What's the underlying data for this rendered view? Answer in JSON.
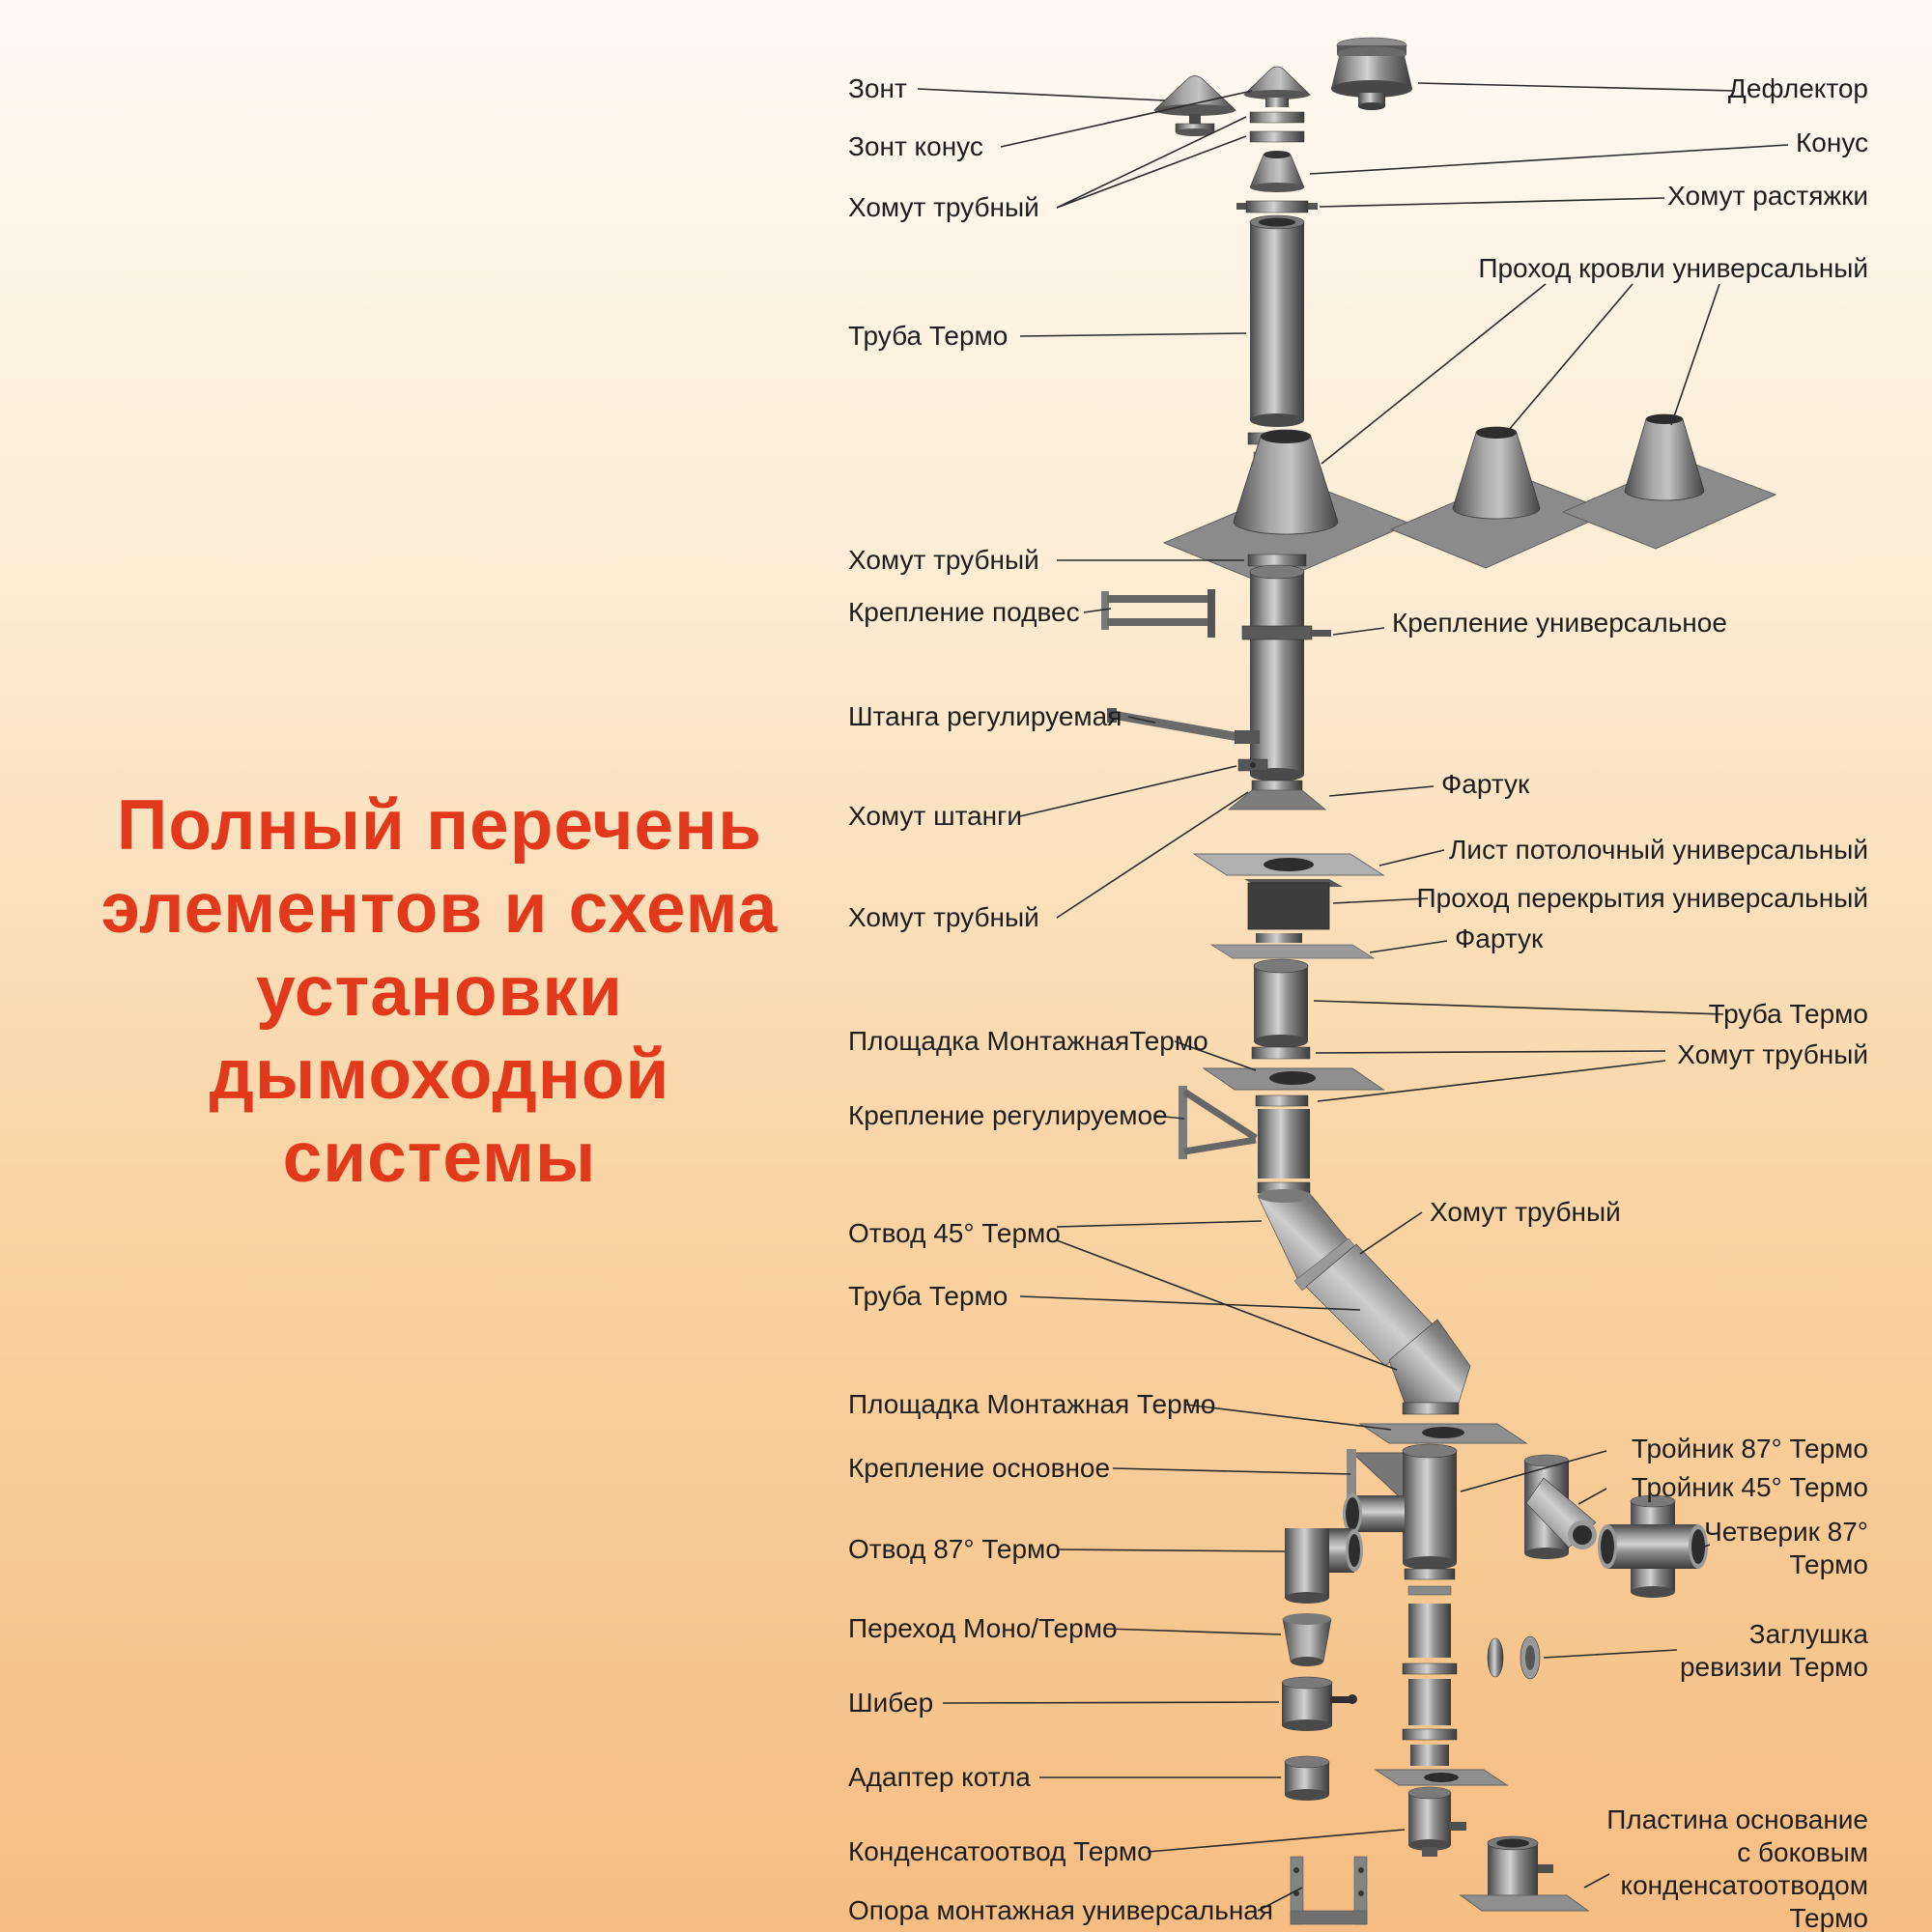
{
  "title": {
    "text": "Полный перечень\nэлементов и схема\nустановки\nдымоходной\nсистемы"
  },
  "labels_left": [
    "Зонт",
    "Зонт конус",
    "Хомут трубный",
    "Труба Термо",
    "Хомут трубный",
    "Крепление подвес",
    "Штанга регулируемая",
    "Хомут штанги",
    "Хомут трубный",
    "Площадка МонтажнаяТермо",
    "Крепление регулируемое",
    "Отвод 45° Термо",
    "Труба Термо",
    "Площадка Монтажная Термо",
    "Крепление основное",
    "Отвод 87° Термо",
    "Переход Моно/Термо",
    "Шибер",
    "Адаптер котла",
    "Конденсатоотвод Термо",
    "Опора монтажная универсальная"
  ],
  "labels_right": [
    "Дефлектор",
    "Конус",
    "Хомут растяжки",
    "Проход кровли универсальный",
    "Крепление универсальное",
    "Фартук",
    "Лист потолочный универсальный",
    "Проход перекрытия универсальный",
    "Фартук",
    "Труба Термо",
    "Хомут трубный",
    "Хомут трубный",
    "Тройник 87° Термо",
    "Тройник 45° Термо",
    "Четверик 87°\nТермо",
    "Заглушка\nревизии Термо",
    "Пластина основание\nс боковым\nконденсатоотводом\nТермо"
  ],
  "colors": {
    "background_top": "#fefaf3",
    "background_bottom": "#f5bd82",
    "title_red": "#e2391d",
    "label_text": "#1e1e1e",
    "metal_dark": "#3b3b3b",
    "metal_light": "#d2d2d2",
    "leader_line": "#2b2b2b"
  }
}
